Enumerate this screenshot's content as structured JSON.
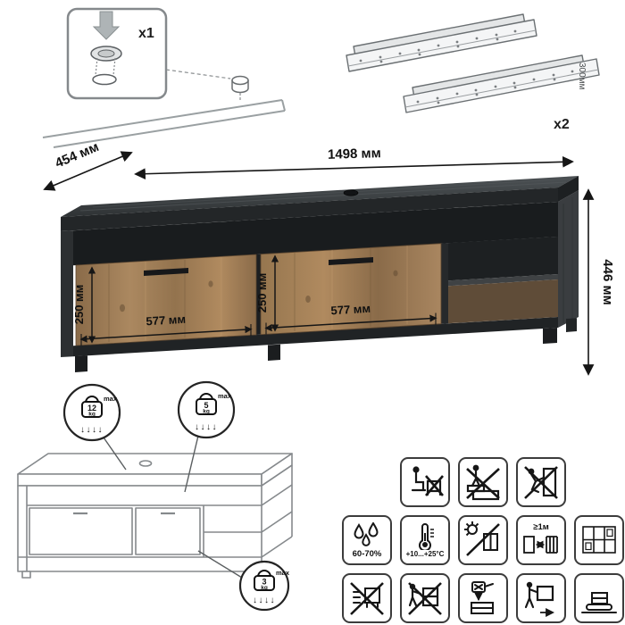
{
  "hardware": {
    "foot_qty": "x1",
    "slide_qty": "x2",
    "slide_length": "300мм",
    "icon_names": [
      "foot-glide",
      "drawer-slide-rail"
    ]
  },
  "dimensions": {
    "width": "1498 мм",
    "depth": "454 мм",
    "height": "446 мм",
    "drawer_left_height": "250 мм",
    "drawer_left_width": "577 мм",
    "drawer_right_height": "250 мм",
    "drawer_right_width": "577 мм"
  },
  "load_limits": {
    "top": {
      "value": "12",
      "unit": "kg",
      "max": "max",
      "arrows": "↓↓↓↓"
    },
    "shelf": {
      "value": "5",
      "unit": "kg",
      "max": "max",
      "arrows": "↓↓↓↓"
    },
    "drawer": {
      "value": "3",
      "unit": "kg",
      "max": "max",
      "arrows": "↓↓↓↓"
    }
  },
  "care": {
    "humidity": "60-70%",
    "temperature": "+10...+25°C",
    "heat_distance": "≥1м"
  },
  "care_icon_names": [
    "no-sitting-icon",
    "no-standing-on-drawers-icon",
    "no-climbing-icon",
    "humidity-range-icon",
    "temperature-range-icon",
    "no-direct-sunlight-icon",
    "heat-source-distance-icon",
    "wall-units-layout-icon",
    "no-dragging-icon",
    "no-pushing-loaded-icon",
    "dry-cloth-cleaning-icon",
    "carry-upright-icon",
    "assemble-on-soft-surface-icon"
  ],
  "colors": {
    "wood_light": "#a98660",
    "wood_dark": "#6e563c",
    "frame_dark": "#2e3133",
    "top_dark": "#3e4245",
    "dimension_line": "#161616",
    "outline_gray": "#85898c"
  }
}
